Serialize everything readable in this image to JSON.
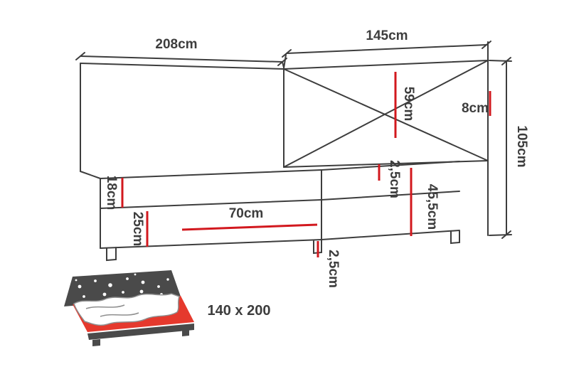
{
  "diagram": {
    "dim": {
      "bed_length": "208cm",
      "headboard_width": "145cm",
      "headboard_panel_height": "59cm",
      "headboard_thickness": "8cm",
      "total_height": "105cm",
      "mattress_thickness": "18cm",
      "base_height": "25cm",
      "front_section_width": "70cm",
      "top_rail_thickness": "2,5cm",
      "side_total_height": "45,5cm",
      "leg_height": "2,5cm"
    },
    "size_label": "140 x 200",
    "colors": {
      "outline": "#3d3d3d",
      "accent": "#d2181e",
      "text": "#3d3d3d"
    }
  }
}
